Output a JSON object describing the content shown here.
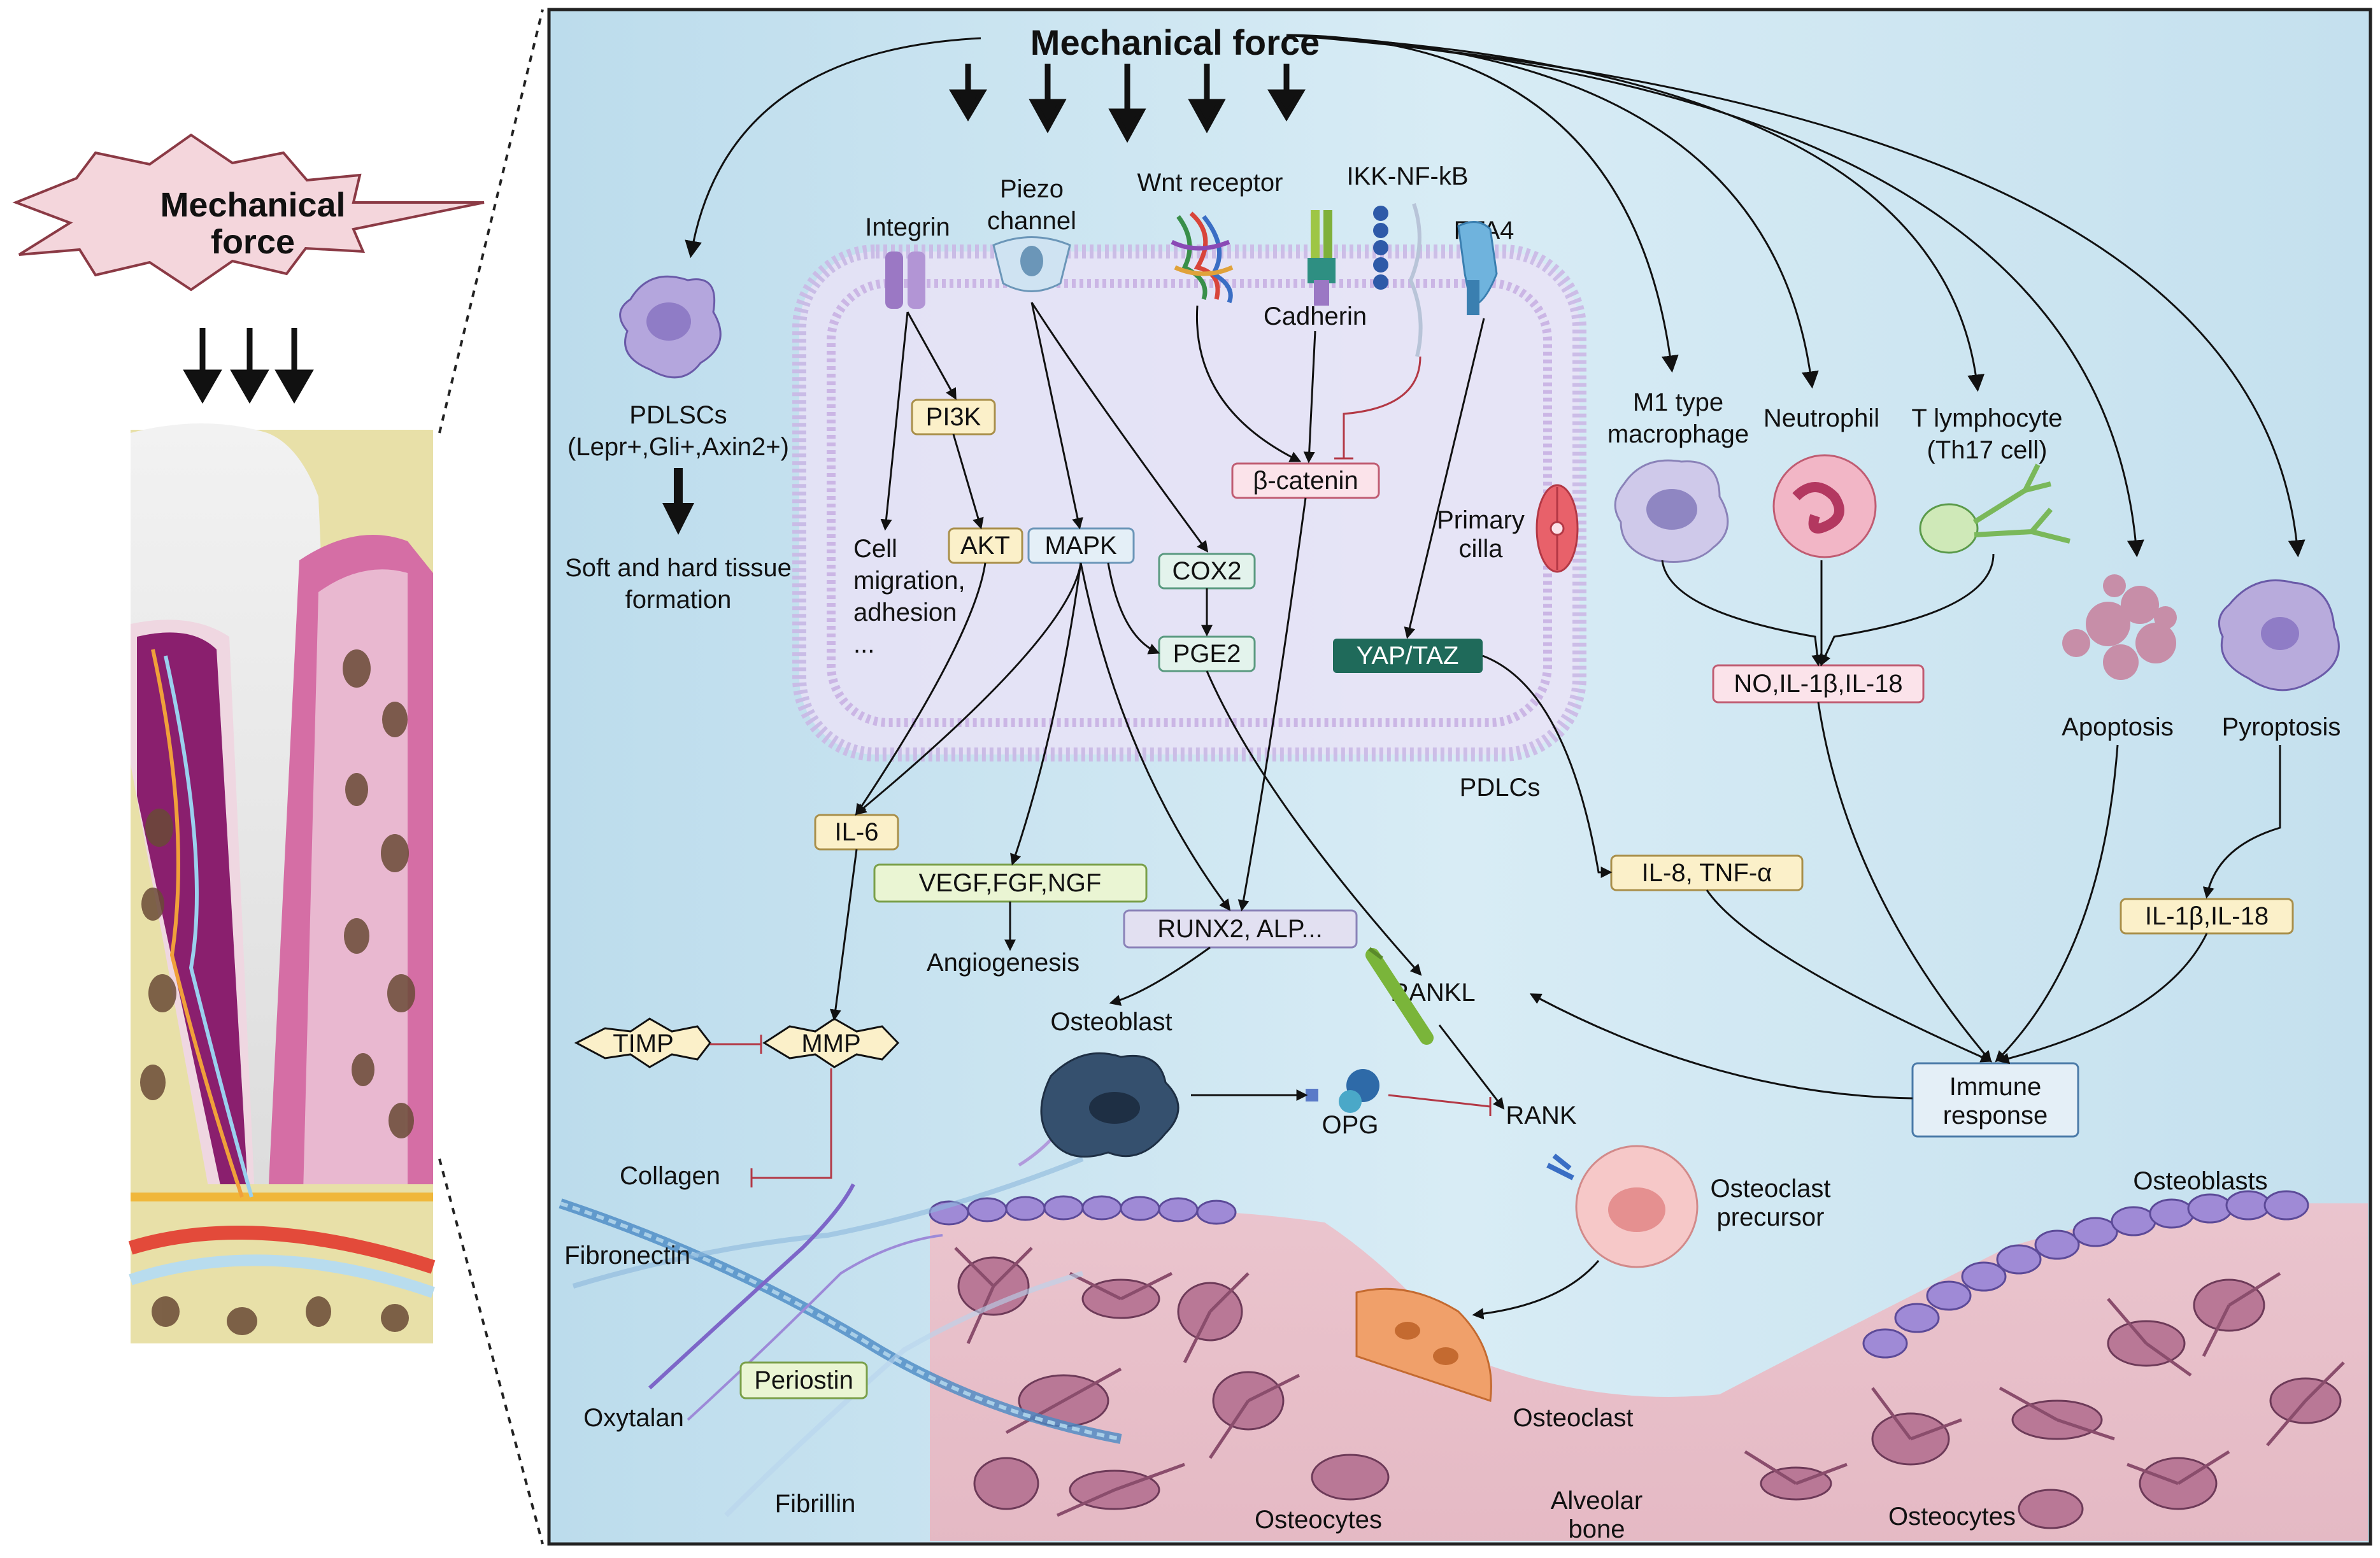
{
  "left_panel": {
    "title_line1": "Mechanical",
    "title_line2": "force"
  },
  "top": {
    "title": "Mechanical force"
  },
  "pdlscs": {
    "line1": "PDLSCs",
    "line2": "(Lepr+,Gli+,Axin2+)",
    "outcome_line1": "Soft and hard tissue",
    "outcome_line2": "formation"
  },
  "receptors": {
    "integrin": "Integrin",
    "piezo_line1": "Piezo",
    "piezo_line2": "channel",
    "wnt": "Wnt receptor",
    "ikk": "IKK-NF-kB",
    "fta4": "FTA4",
    "cadherin": "Cadherin",
    "primary_cilia_line1": "Primary",
    "primary_cilia_line2": "cilla"
  },
  "nodes": {
    "pi3k": "PI3K",
    "akt": "AKT",
    "mapk": "MAPK",
    "cox2": "COX2",
    "pge2": "PGE2",
    "beta_catenin": "β-catenin",
    "yap_taz": "YAP/TAZ",
    "il6": "IL-6",
    "vegf": "VEGF,FGF,NGF",
    "runx2": "RUNX2, ALP...",
    "il8": "IL-8, TNF-α",
    "no_il": "NO,IL-1β,IL-18",
    "il1b": "IL-1β,IL-18",
    "immune_line1": "Immune",
    "immune_line2": "response",
    "timp": "TIMP",
    "mmp": "MMP"
  },
  "labels": {
    "cell_mig_line1": "Cell",
    "cell_mig_line2": "migration,",
    "cell_mig_line3": "adhesion",
    "cell_mig_line4": "...",
    "pdlcs": "PDLCs",
    "angiogenesis": "Angiogenesis",
    "m1_line1": "M1 type",
    "m1_line2": "macrophage",
    "neutrophil": "Neutrophil",
    "tlymph_line1": "T lymphocyte",
    "tlymph_line2": "(Th17 cell)",
    "apoptosis": "Apoptosis",
    "pyroptosis": "Pyroptosis",
    "rankl": "RANKL",
    "rank": "RANK",
    "opg": "OPG",
    "osteoblast": "Osteoblast",
    "osteoclast_precursor_line1": "Osteoclast",
    "osteoclast_precursor_line2": "precursor",
    "osteoclast": "Osteoclast",
    "osteoblasts": "Osteoblasts",
    "osteocytes_left": "Osteocytes",
    "osteocytes_right": "Osteocytes",
    "alveolar_line1": "Alveolar",
    "alveolar_line2": "bone",
    "collagen": "Collagen",
    "fibronectin": "Fibronectin",
    "oxytalan": "Oxytalan",
    "periostin": "Periostin",
    "fibrillin": "Fibrillin"
  },
  "colors": {
    "panel_bg": "#cfe6f2",
    "cell_fill": "#e6e1f5",
    "membrane": "#c9b6e3",
    "box_yellow": "#fbf0c9",
    "box_pink": "#fbe3ea",
    "box_green": "#e3f3ec",
    "box_lime": "#eaf5d3",
    "box_lavender": "#e2e0f1",
    "box_blue": "#e4eff7",
    "box_dark_teal": "#1f6a5a",
    "bone_pink": "#e9bcc6",
    "osteocyte": "#b97896"
  }
}
